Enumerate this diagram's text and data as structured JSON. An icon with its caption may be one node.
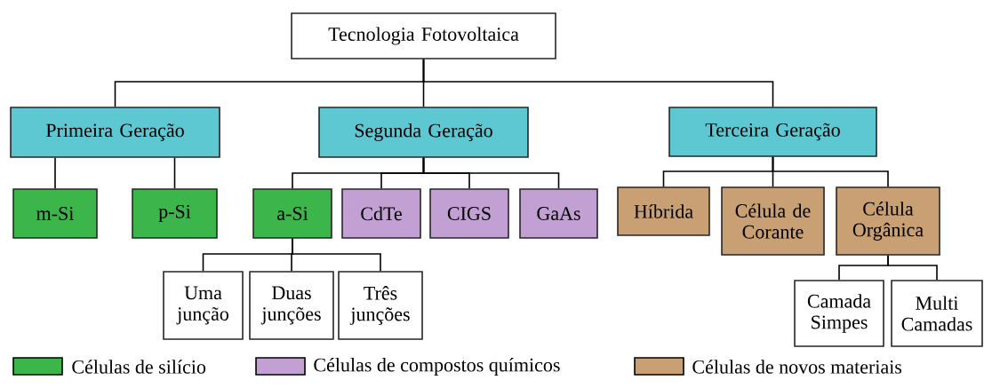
{
  "diagram": {
    "nodes": [
      {
        "text": [
          "Tecnologia Fotovoltaica"
        ]
      },
      {
        "text": [
          "Primeira Geração"
        ]
      },
      {
        "text": [
          "Segunda Geração"
        ]
      },
      {
        "text": [
          "Terceira Geração"
        ]
      },
      {
        "text": [
          "m-Si"
        ]
      },
      {
        "text": [
          "p-Si"
        ]
      },
      {
        "text": [
          "a-Si"
        ]
      },
      {
        "text": [
          "CdTe"
        ]
      },
      {
        "text": [
          "CIGS"
        ]
      },
      {
        "text": [
          "GaAs"
        ]
      },
      {
        "text": [
          "Híbrida"
        ]
      },
      {
        "text": [
          "Célula de Corante"
        ]
      },
      {
        "text": [
          "Célula Orgânica"
        ]
      },
      {
        "text": [
          "Uma junção"
        ]
      },
      {
        "text": [
          "Duas junções"
        ]
      },
      {
        "text": [
          "Três junções"
        ]
      },
      {
        "text": [
          "Camada Simpes"
        ]
      },
      {
        "text": [
          "Multi Camadas"
        ]
      }
    ],
    "edges": [
      {
        "from": 0,
        "to": 1,
        "arrow": "none"
      },
      {
        "from": 0,
        "to": 2,
        "arrow": "none"
      },
      {
        "from": 0,
        "to": 3,
        "arrow": "none"
      },
      {
        "from": 1,
        "to": 4,
        "arrow": "none"
      },
      {
        "from": 1,
        "to": 5,
        "arrow": "none"
      },
      {
        "from": 2,
        "to": 6,
        "arrow": "none"
      },
      {
        "from": 2,
        "to": 7,
        "arrow": "none"
      },
      {
        "from": 2,
        "to": 8,
        "arrow": "none"
      },
      {
        "from": 2,
        "to": 9,
        "arrow": "none"
      },
      {
        "from": 3,
        "to": 10,
        "arrow": "none"
      },
      {
        "from": 3,
        "to": 11,
        "arrow": "none"
      },
      {
        "from": 3,
        "to": 12,
        "arrow": "none"
      },
      {
        "from": 6,
        "to": 13,
        "arrow": "none"
      },
      {
        "from": 6,
        "to": 14,
        "arrow": "none"
      },
      {
        "from": 6,
        "to": 15,
        "arrow": "none"
      },
      {
        "from": 12,
        "to": 16,
        "arrow": "none"
      },
      {
        "from": 12,
        "to": 17,
        "arrow": "none"
      }
    ],
    "legend": [
      {
        "text": "Células de silício",
        "color": "#3cb54a"
      },
      {
        "text": "Células de compostos químicos",
        "color": "#c3a0d3"
      },
      {
        "text": "Células de novos materiais",
        "color": "#c9a073"
      }
    ]
  }
}
